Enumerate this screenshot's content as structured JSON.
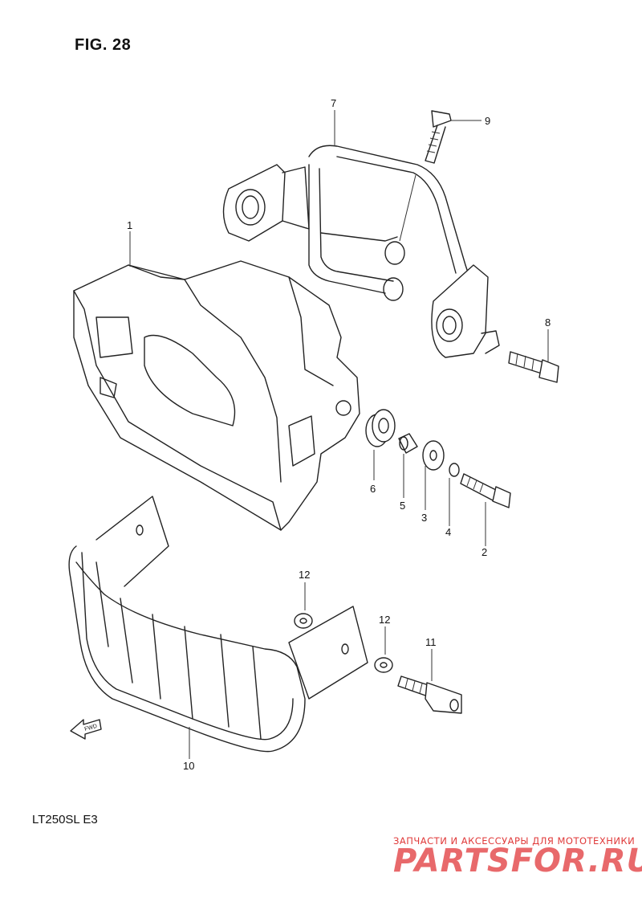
{
  "figure": {
    "title": "FIG. 28",
    "model": "LT250SL  E3",
    "fwd_label": "FWD"
  },
  "callouts": [
    "1",
    "2",
    "3",
    "4",
    "5",
    "6",
    "7",
    "8",
    "9",
    "10",
    "11",
    "12",
    "12"
  ],
  "watermark": {
    "top": "ЗАПЧАСТИ И АКСЕССУАРЫ ДЛЯ МОТОТЕХНИКИ",
    "main": "PARTSFOR.RU",
    "color": "#e8696b"
  }
}
